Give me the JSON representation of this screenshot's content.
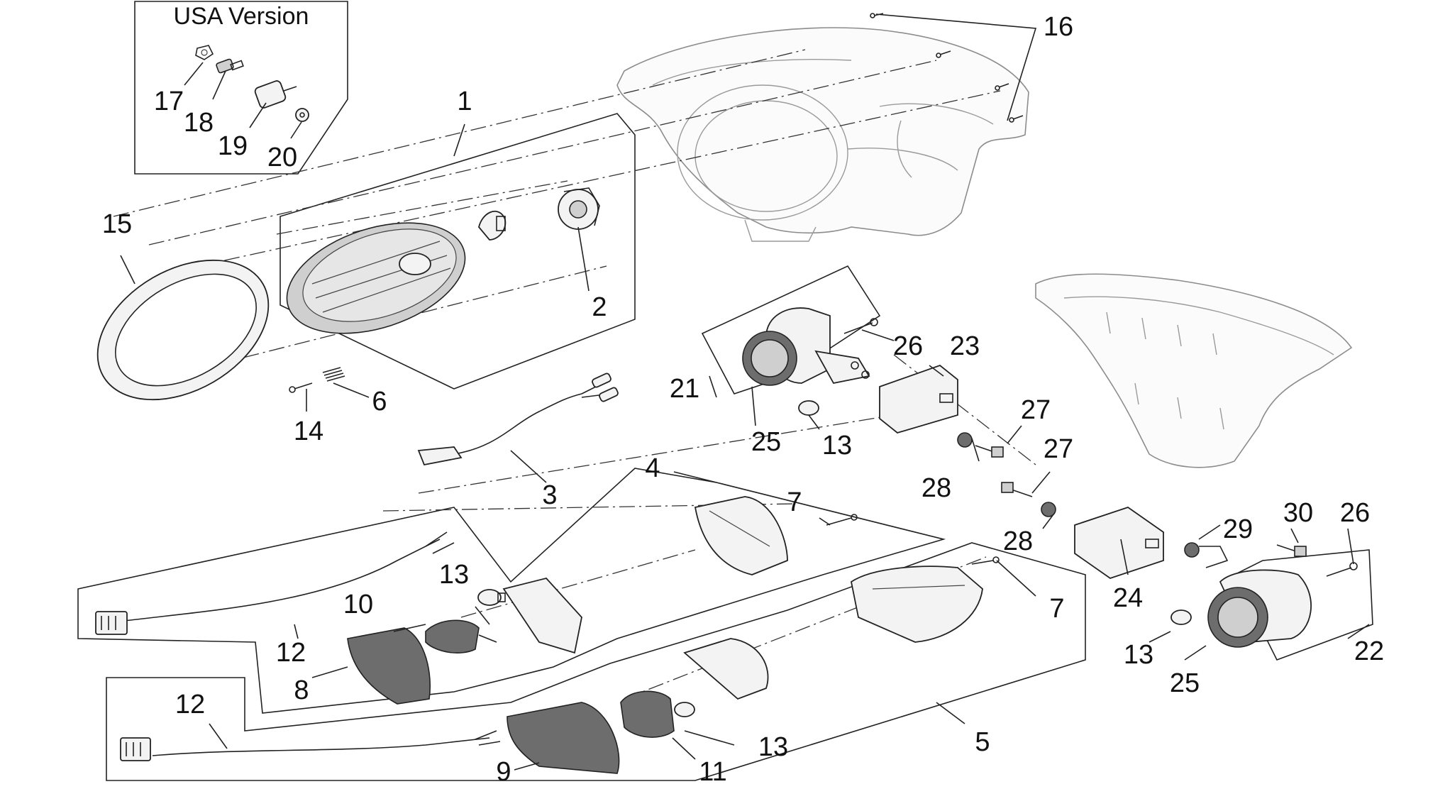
{
  "header": {
    "version_label": "USA Version"
  },
  "callouts": [
    "1",
    "2",
    "3",
    "4",
    "5",
    "6",
    "7",
    "8",
    "9",
    "10",
    "11",
    "12",
    "13",
    "14",
    "15",
    "16",
    "17",
    "18",
    "19",
    "20",
    "21",
    "22",
    "23",
    "24",
    "25",
    "26",
    "27",
    "28",
    "29",
    "30"
  ],
  "labels": {
    "c1": "1",
    "c2": "2",
    "c3": "3",
    "c4": "4",
    "c5": "5",
    "c6": "6",
    "c7a": "7",
    "c7b": "7",
    "c8": "8",
    "c9": "9",
    "c10": "10",
    "c11": "11",
    "c12a": "12",
    "c12b": "12",
    "c13a": "13",
    "c13b": "13",
    "c13c": "13",
    "c13d": "13",
    "c14": "14",
    "c15": "15",
    "c16": "16",
    "c17": "17",
    "c18": "18",
    "c19": "19",
    "c20": "20",
    "c21": "21",
    "c22": "22",
    "c23": "23",
    "c24": "24",
    "c25a": "25",
    "c25b": "25",
    "c26a": "26",
    "c26b": "26",
    "c27a": "27",
    "c27b": "27",
    "c28a": "28",
    "c28b": "28",
    "c29": "29",
    "c30": "30"
  },
  "colors": {
    "line": "#222222",
    "fill_light": "#f3f3f3",
    "fill_dark": "#6d6d6d",
    "background": "#ffffff"
  }
}
